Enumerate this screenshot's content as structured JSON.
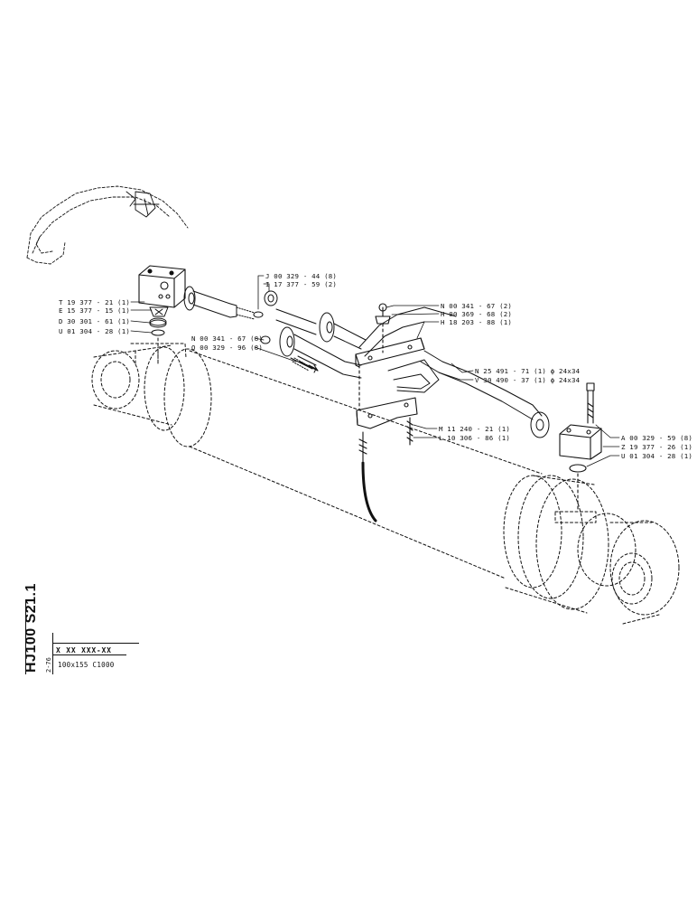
{
  "labels_left_top": [
    {
      "id": "T",
      "text": "T 19 377 - 21 (1)"
    },
    {
      "id": "E",
      "text": "E 15 377 - 15 (1)"
    },
    {
      "id": "D",
      "text": "D 30 301 - 61 (1)"
    },
    {
      "id": "U",
      "text": "U 01 304 - 28 (1)"
    }
  ],
  "labels_center_top": [
    {
      "id": "J",
      "text": "J 00 329 - 44 (8)"
    },
    {
      "id": "I",
      "text": "I 17 377 - 59 (2)"
    }
  ],
  "labels_left_mid": [
    {
      "id": "N",
      "text": "N 00 341 - 67 (8)"
    },
    {
      "id": "Q",
      "text": "Q 00 329 - 96 (8)"
    }
  ],
  "labels_right_top": [
    {
      "id": "N2",
      "text": "N 00 341 - 67 (2)"
    },
    {
      "id": "H1",
      "text": "H 00 369 - 68 (2)"
    },
    {
      "id": "H2",
      "text": "H 18 203 - 88 (1)"
    }
  ],
  "labels_pipes": [
    {
      "id": "N25",
      "text": "N 25 491 - 71 (1) ϕ 24x34"
    },
    {
      "id": "V",
      "text": "V 30 490 - 37 (1) ϕ 24x34"
    }
  ],
  "labels_clamp": [
    {
      "id": "M",
      "text": "M 11 240 - 21 (1)"
    },
    {
      "id": "L",
      "text": "L 10 306 - 86 (1)"
    }
  ],
  "labels_right_bottom": [
    {
      "id": "A",
      "text": "A 00 329 - 59 (8)"
    },
    {
      "id": "Z",
      "text": "Z 19 377 - 26 (1)"
    },
    {
      "id": "U2",
      "text": "U 01 304 - 28 (1)"
    }
  ],
  "title_block": {
    "code": "HJ100 S21.1",
    "date": "2-76",
    "part_number": "X XX XXX-XX",
    "model": "100x155 C1000"
  }
}
